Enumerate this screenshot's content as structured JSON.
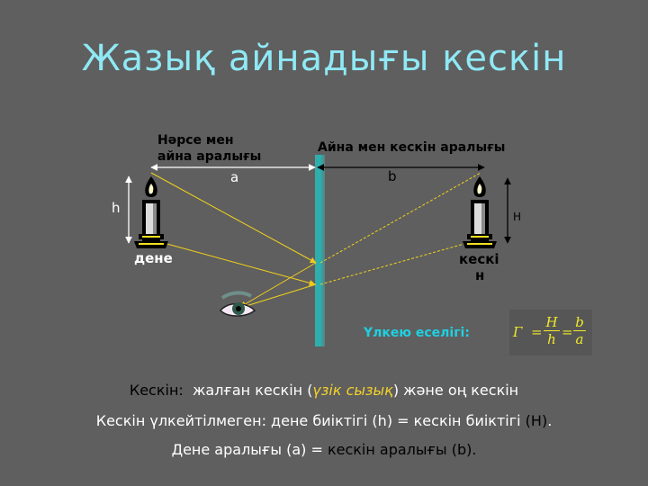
{
  "title": "Жазық айнадығы кескін",
  "labels": {
    "object_mirror_distance_line1": "Нәрсе мен",
    "object_mirror_distance_line2": "айна  аралығы",
    "mirror_image_distance": "Айна мен кескін аралығы",
    "a": "a",
    "b": "b",
    "h": "h",
    "H": "Н",
    "object": "дене",
    "image_line1": "кескі",
    "image_line2": "н"
  },
  "magnification": {
    "label": "Үлкею еселігі:",
    "gamma": "Γ",
    "eq": "=",
    "frac1_num": "H",
    "frac1_den": "h",
    "frac2_num": "b",
    "frac2_den": "a"
  },
  "bottom_text": {
    "line1": {
      "prefix": "Кескін:",
      "part1": "  жалған кескін (",
      "highlight": "үзік сызық",
      "part2": ") және оң кескін"
    },
    "line2": {
      "part1": "Кескін үлкейтілмеген: дене биіктігі (h) = кескін биіктігі ",
      "dark": "(Н)",
      "end": "."
    },
    "line3": {
      "part1": "Дене аралығы (a) = ",
      "dark": "кескін аралығы (b)."
    }
  },
  "colors": {
    "background": "#5f5f5f",
    "title": "#8fe9f5",
    "mirror": "#2aa6a6",
    "ray": "#f2d21a",
    "magnification_label": "#1fd0e2",
    "formula": "#f2ea2a",
    "highlight": "#f3d22a"
  }
}
